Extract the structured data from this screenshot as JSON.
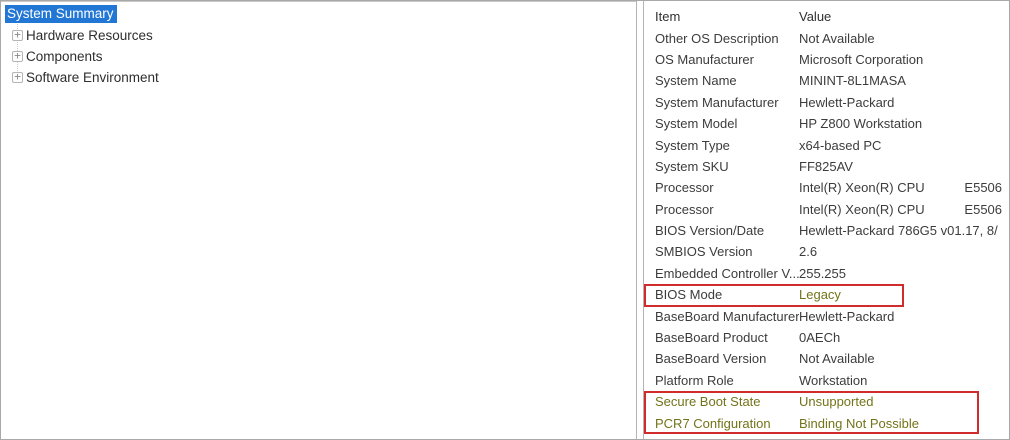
{
  "tree": {
    "selected_label": "System Summary",
    "expand_glyph": "+",
    "items": [
      {
        "label": "Hardware Resources"
      },
      {
        "label": "Components"
      },
      {
        "label": "Software Environment"
      }
    ]
  },
  "details": {
    "columns": {
      "item": "Item",
      "value": "Value"
    },
    "rows": [
      {
        "item": "Other OS Description",
        "value": "Not Available"
      },
      {
        "item": "OS Manufacturer",
        "value": "Microsoft Corporation"
      },
      {
        "item": "System Name",
        "value": "MININT-8L1MASA"
      },
      {
        "item": "System Manufacturer",
        "value": "Hewlett-Packard"
      },
      {
        "item": "System Model",
        "value": "HP Z800 Workstation"
      },
      {
        "item": "System Type",
        "value": "x64-based PC"
      },
      {
        "item": "System SKU",
        "value": "FF825AV"
      },
      {
        "item": "Processor",
        "value": "Intel(R) Xeon(R) CPU           E5506"
      },
      {
        "item": "Processor",
        "value": "Intel(R) Xeon(R) CPU           E5506"
      },
      {
        "item": "BIOS Version/Date",
        "value": "Hewlett-Packard 786G5 v01.17, 8/"
      },
      {
        "item": "SMBIOS Version",
        "value": "2.6"
      },
      {
        "item": "Embedded Controller V...",
        "value": "255.255"
      },
      {
        "item": "BIOS Mode",
        "value": "Legacy",
        "value_highlight": true
      },
      {
        "item": "BaseBoard Manufacturer",
        "value": "Hewlett-Packard"
      },
      {
        "item": "BaseBoard Product",
        "value": "0AECh"
      },
      {
        "item": "BaseBoard Version",
        "value": "Not Available"
      },
      {
        "item": "Platform Role",
        "value": "Workstation"
      },
      {
        "item": "Secure Boot State",
        "value": "Unsupported",
        "item_highlight": true,
        "value_highlight": true
      },
      {
        "item": "PCR7 Configuration",
        "value": "Binding Not Possible",
        "item_highlight": true,
        "value_highlight": true
      }
    ]
  },
  "colors": {
    "selection_bg": "#2277d5",
    "selection_text": "#ffffff",
    "highlight_text": "#73731a",
    "annotation_red": "#d02c2c"
  }
}
